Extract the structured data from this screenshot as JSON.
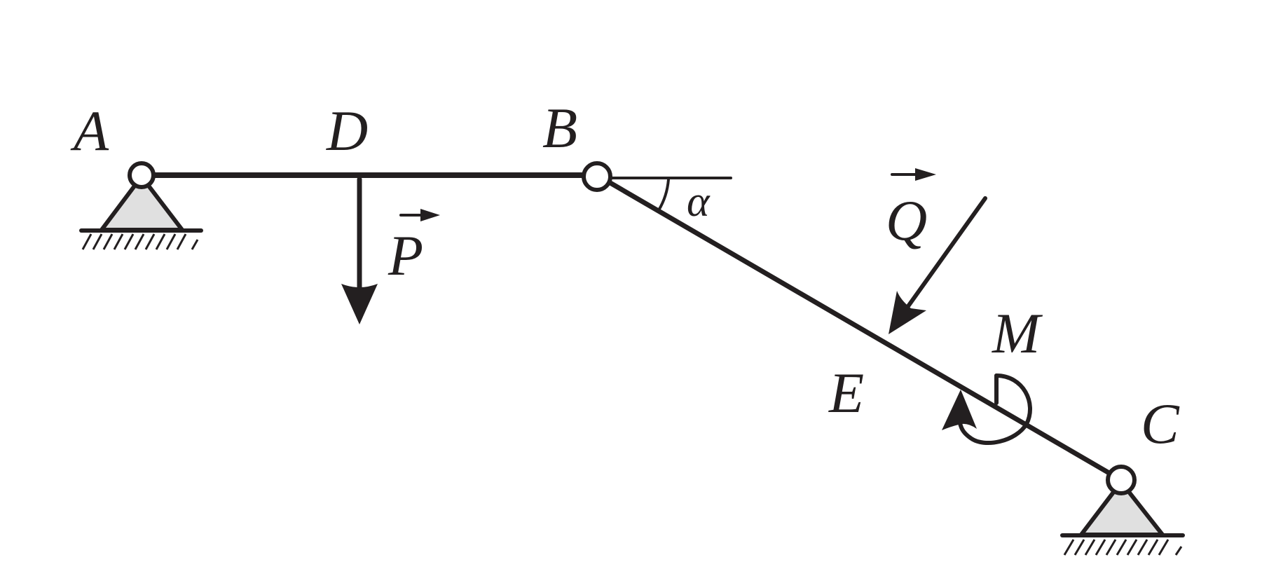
{
  "labels": {
    "A": "A",
    "B": "B",
    "C": "C",
    "D": "D",
    "E": "E",
    "M": "M",
    "P": "P",
    "Q": "Q",
    "alpha": "α"
  },
  "colors": {
    "ink": "#231f20",
    "support_fill": "#e0e0e0",
    "background": "#ffffff"
  },
  "icons": {
    "support_A": "pin-support-icon",
    "support_C": "pin-support-icon",
    "hinge_B": "hinge-icon",
    "moment_M": "curved-arrow-icon"
  }
}
